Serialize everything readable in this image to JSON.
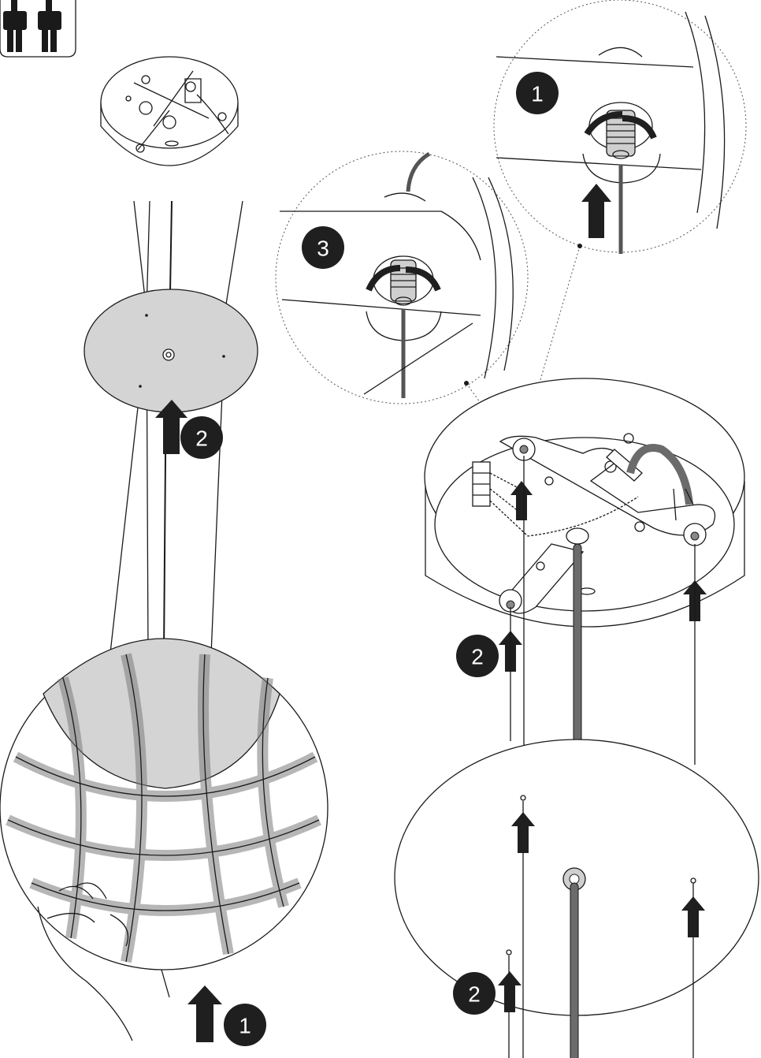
{
  "icon": {
    "name": "two-persons-icon"
  },
  "steps": {
    "left_lift": "1",
    "left_attach": "2",
    "zoom_thread": "1",
    "zoom_lock": "3",
    "right_attach_upper": "2",
    "right_attach_lower": "2"
  },
  "colors": {
    "badge": "#1f1f1f",
    "arrow": "#1f1f1f",
    "canopy_fill": "#d4d4d4",
    "cable": "#6b6b6b"
  }
}
